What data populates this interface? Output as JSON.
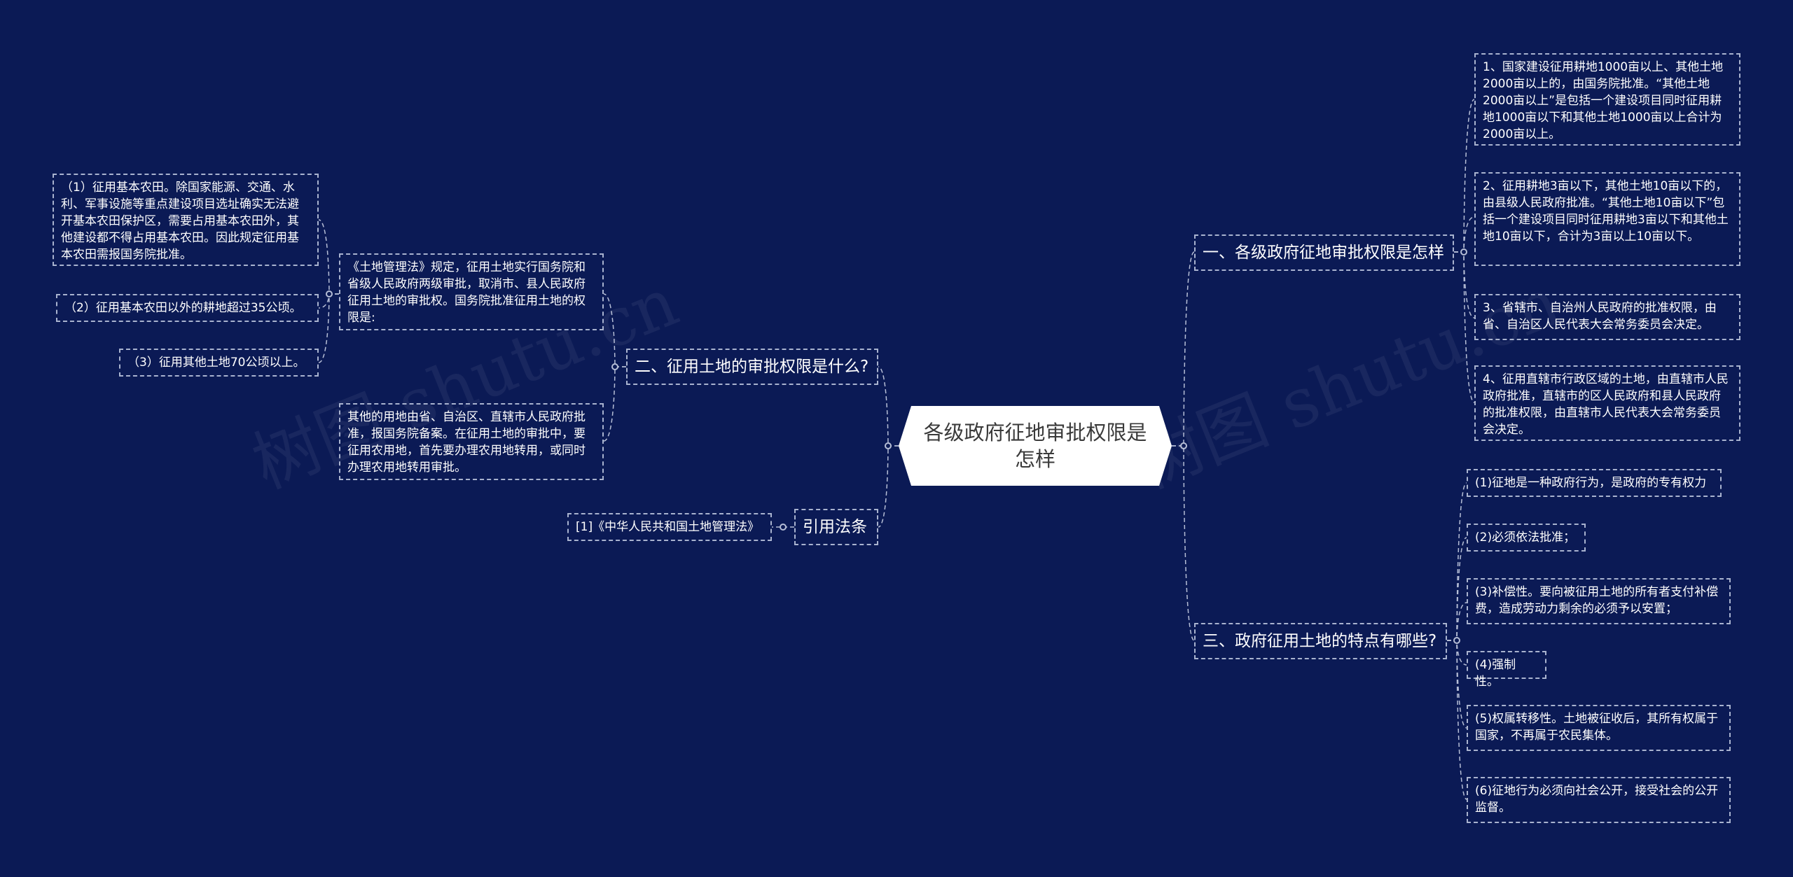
{
  "watermark": "树图 shutu.cn",
  "root": {
    "title": "各级政府征地审批权限是怎样"
  },
  "branches": {
    "b1": {
      "title": "一、各级政府征地审批权限是怎样",
      "items": [
        "1、国家建设征用耕地1000亩以上、其他土地2000亩以上的，由国务院批准。“其他土地2000亩以上”是包括一个建设项目同时征用耕地1000亩以下和其他土地1000亩以上合计为2000亩以上。",
        "2、征用耕地3亩以下，其他土地10亩以下的，由县级人民政府批准。“其他土地10亩以下”包括一个建设项目同时征用耕地3亩以下和其他土地10亩以下，合计为3亩以上10亩以下。",
        "3、省辖市、自治州人民政府的批准权限，由省、自治区人民代表大会常务委员会决定。",
        "4、征用直辖市行政区域的土地，由直辖市人民政府批准，直辖市的区人民政府和县人民政府的批准权限，由直辖市人民代表大会常务委员会决定。"
      ]
    },
    "b2": {
      "title": "二、征用土地的审批权限是什么?",
      "item_law": "《土地管理法》规定，征用土地实行国务院和省级人民政府两级审批，取消市、县人民政府征用土地的审批权。国务院批准征用土地的权限是:",
      "sub_items": [
        "（1）征用基本农田。除国家能源、交通、水利、军事设施等重点建设项目选址确实无法避开基本农田保护区，需要占用基本农田外，其他建设都不得占用基本农田。因此规定征用基本农田需报国务院批准。",
        "（2）征用基本农田以外的耕地超过35公顷。",
        "（3）征用其他土地70公顷以上。"
      ],
      "item_other": "其他的用地由省、自治区、直辖市人民政府批准，报国务院备案。在征用土地的审批中，要征用农用地，首先要办理农用地转用，或同时办理农用地转用审批。"
    },
    "b3": {
      "title": "三、政府征用土地的特点有哪些?",
      "items": [
        "(1)征地是一种政府行为，是政府的专有权力",
        "(2)必须依法批准；",
        "(3)补偿性。要向被征用土地的所有者支付补偿费，造成劳动力剩余的必须予以安置；",
        "(4)强制性。",
        "(5)权属转移性。土地被征收后，其所有权属于国家，不再属于农民集体。",
        "(6)征地行为必须向社会公开，接受社会的公开监督。"
      ]
    },
    "b4": {
      "title": "引用法条",
      "items": [
        "[1]《中华人民共和国土地管理法》"
      ]
    }
  },
  "colors": {
    "background": "#0b1a55",
    "connector": "#b6bed6",
    "root_fill": "#ffffff",
    "dot": "#0b1a55"
  }
}
